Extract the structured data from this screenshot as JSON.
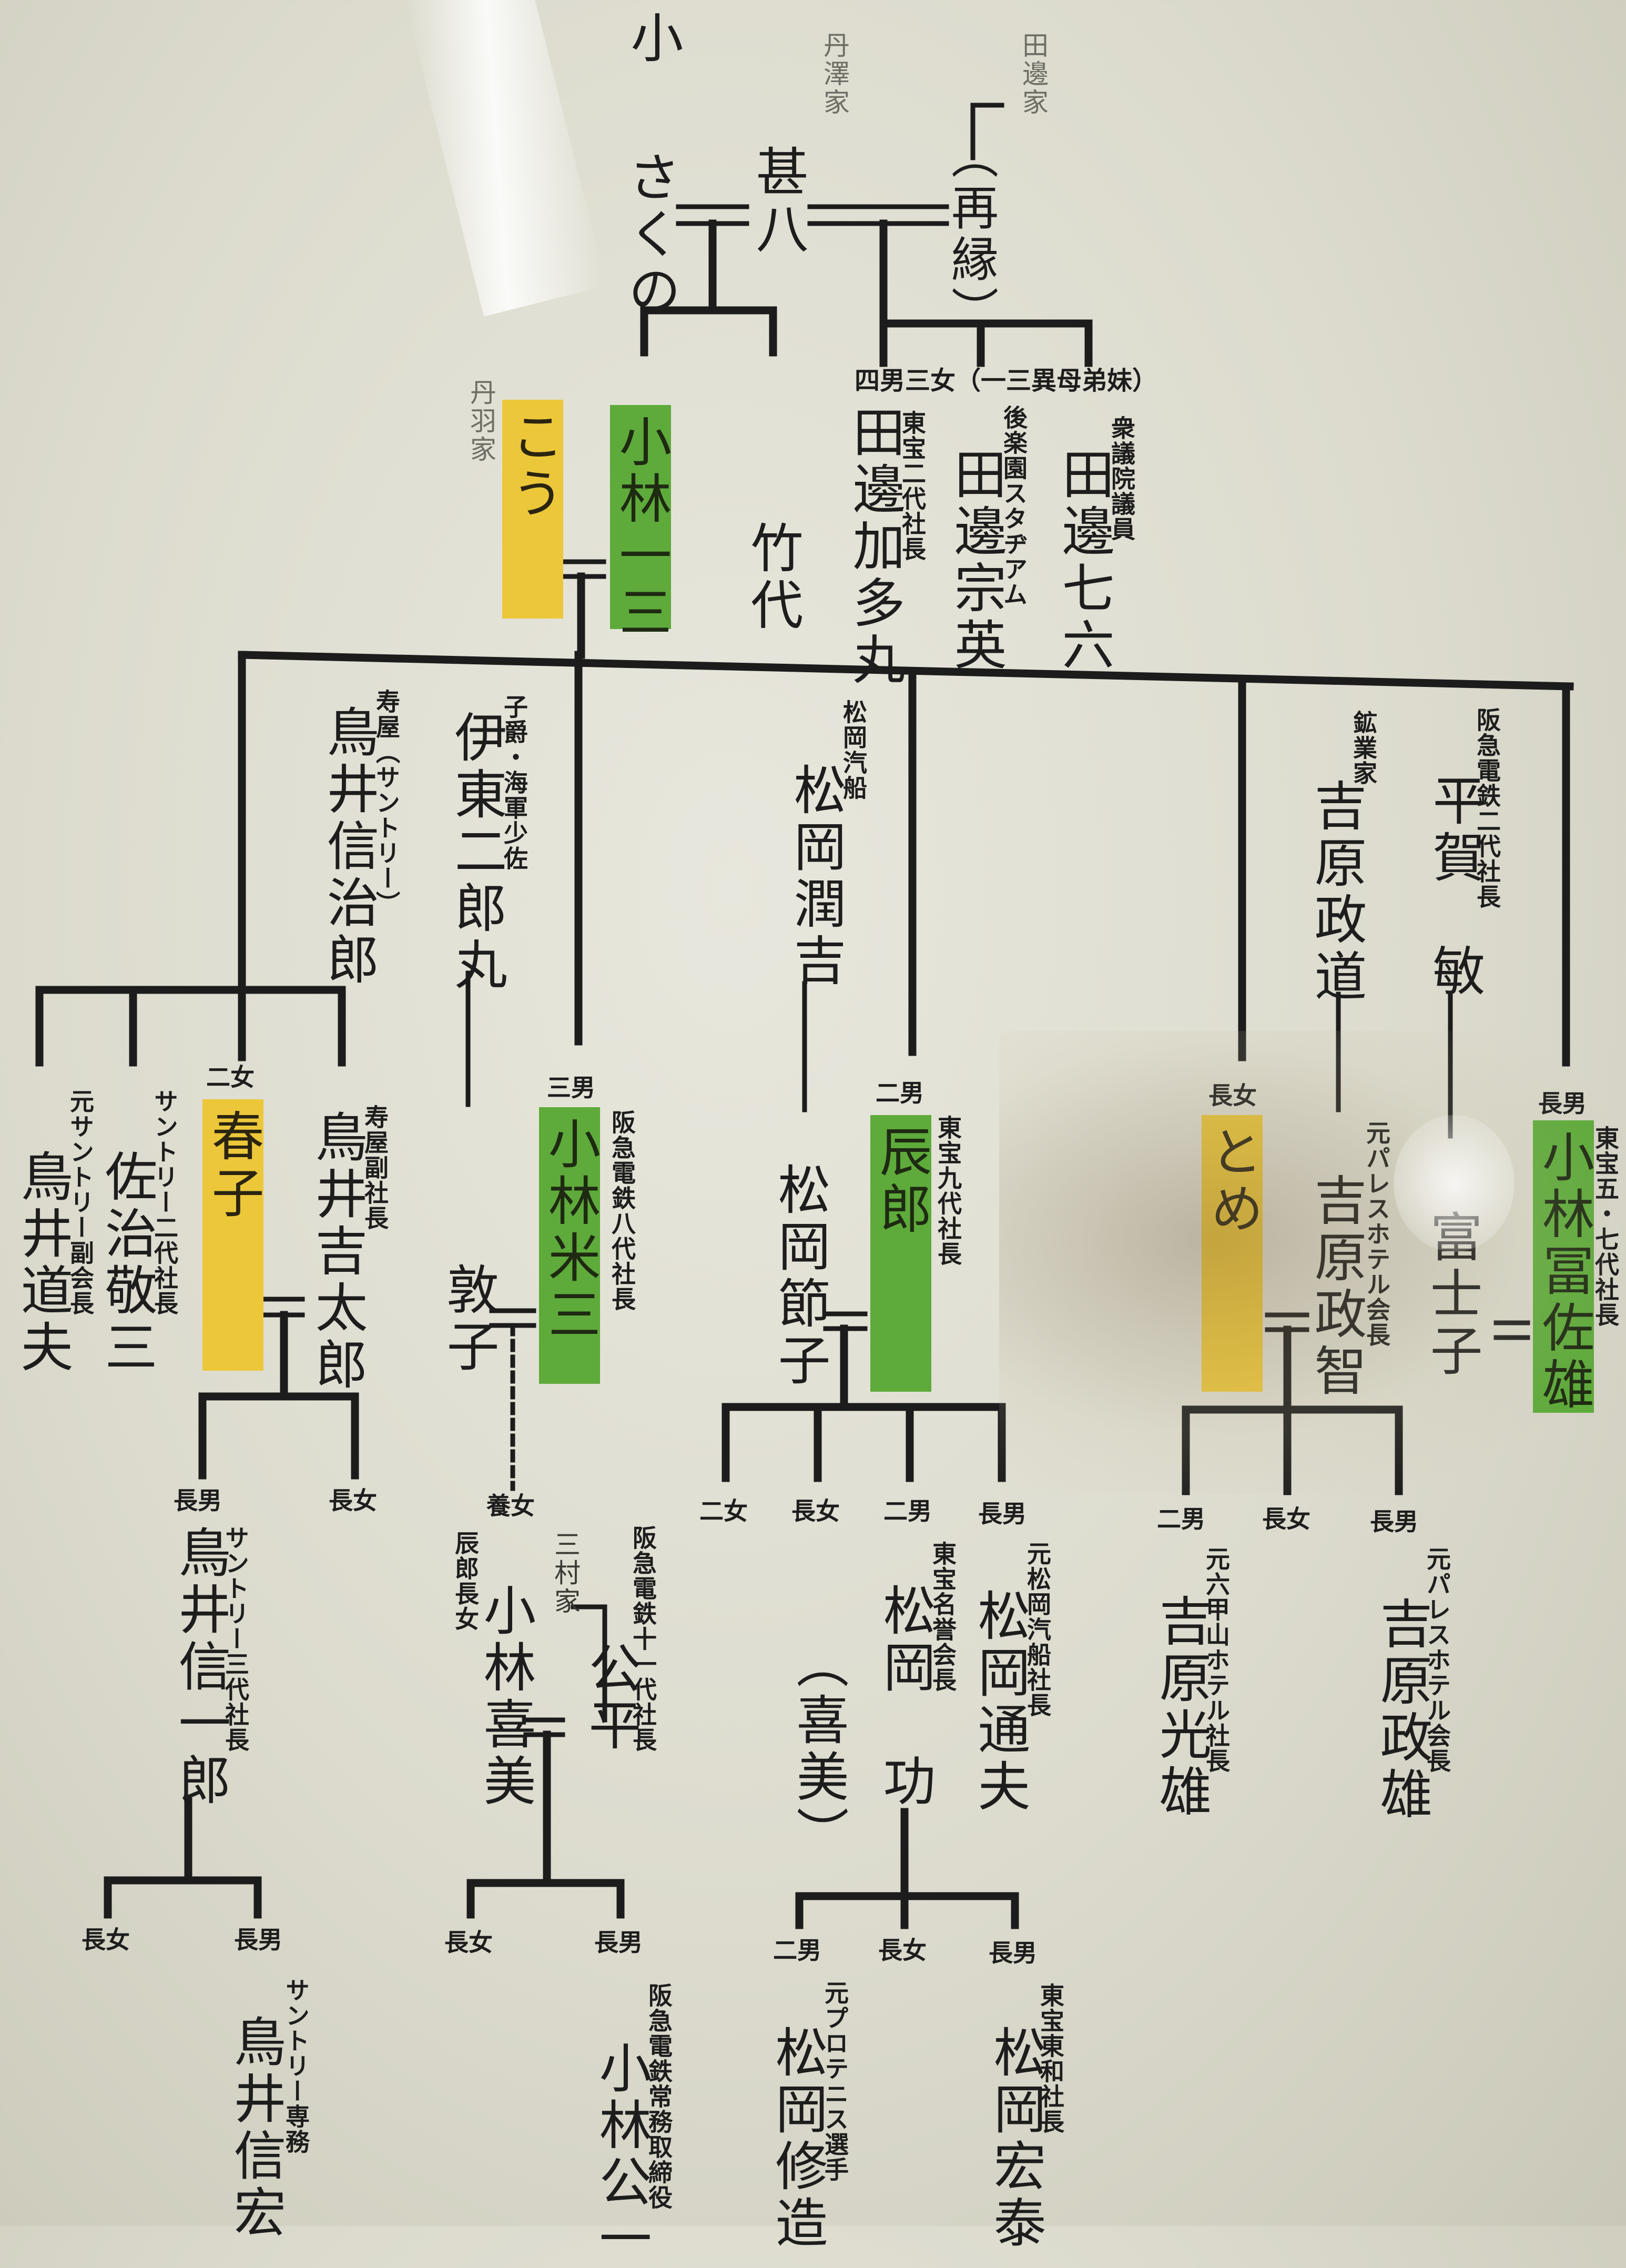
{
  "colors": {
    "male_highlight": "#5eaa3b",
    "female_highlight": "#ecc73a",
    "line": "#1c1c1c",
    "background": "#dcdbce"
  },
  "gen1": {
    "ko": "小",
    "sakuno": "さくの",
    "chohachi": "甚八",
    "tanzawa_family": "丹澤家",
    "tanabe_family": "田邊家",
    "remarriage": "（再縁）",
    "half_siblings": "四男三女（一三異母弟妹）"
  },
  "gen2": {
    "niwa_family": "丹羽家",
    "kou": "こう",
    "ichizo": "小林一三",
    "takeyo": "竹代",
    "tanabe_kataoka_title": "東宝二代社長",
    "tanabe_kataoka": "田邊加多丸",
    "tanabe_soei_title": "後楽園スタヂアム",
    "tanabe_soei": "田邊宗英",
    "tanabe_nanaroku_title": "衆議院議員",
    "tanabe_nanaroku": "田邊七六"
  },
  "gen3": {
    "torii_shinjiro_title": "寿屋（サントリー）",
    "torii_shinjiro": "鳥井信治郎",
    "ito_title": "子爵・海軍少佐",
    "ito_jiromaru": "伊東二郎丸",
    "matsuoka_co": "松岡汽船",
    "matsuoka_junkichi": "松岡潤吉",
    "kogyo_family": "鉱業家",
    "yoshihara_masamichi": "吉原政道",
    "hankyu2_title": "阪急電鉄二代社長",
    "hiraga_satoshi": "平賀　敏",
    "torii_michio_title": "元サントリー副会長",
    "torii_michio": "鳥井道夫",
    "saji_title": "サントリー二代社長",
    "saji_keizo": "佐治敬三",
    "second_daughter": "二女",
    "haruko": "春子",
    "kotobukiya_vp": "寿屋副社長",
    "torii_kichitaro": "鳥井吉太郎",
    "atsuko": "敦子",
    "third_son": "三男",
    "hankyu8_title": "阪急電鉄八代社長",
    "yonezo": "小林米三",
    "matsuoka_setsuko": "松岡節子",
    "second_son": "二男",
    "toho9_title": "東宝九代社長",
    "tatsuro": "辰郎",
    "eldest_daughter": "長女",
    "tome": "とめ",
    "palace_chair": "元パレスホテル会長",
    "yoshihara_masatomo": "吉原政智",
    "fujiko": "富士子",
    "eldest_son": "長男",
    "toho57_title": "東宝五・七代社長",
    "tomisao": "小林冨佐雄"
  },
  "gen4": {
    "eldest_son": "長男",
    "eldest_daughter": "長女",
    "second_son": "二男",
    "second_daughter": "二女",
    "adopted_daughter": "養女",
    "suntory3_title": "サントリー三代社長",
    "torii_shinichiro": "鳥井信一郎",
    "tatsuro_daughter_note": "辰郎長女",
    "yoshimi": "小林喜美",
    "mimura_family": "三村家",
    "hankyu11_title": "阪急電鉄十一代社長",
    "kohei": "公平",
    "yoshimi_paren": "（喜美）",
    "toho_honorary": "東宝名誉会長",
    "matsuoka_isao": "松岡　功",
    "matsuoka_ex": "元松岡汽船社長",
    "matsuoka_michio": "松岡通夫",
    "rokko_title": "元六甲山ホテル社長",
    "yoshihara_mitsuo": "吉原光雄",
    "palace_title": "元パレスホテル会長",
    "yoshihara_masao": "吉原政雄"
  },
  "gen5": {
    "suntory_exec": "サントリー専務",
    "torii_nobuhiro": "鳥井信宏",
    "hankyu_exec": "阪急電鉄常務取締役",
    "kobayashi_ko": "小林公一",
    "pro_tennis": "元プロテニス選手",
    "matsuoka_shuzo": "松岡修造",
    "toho_towa": "東宝東和社長",
    "matsuoka_hiroyasu": "松岡宏泰"
  }
}
